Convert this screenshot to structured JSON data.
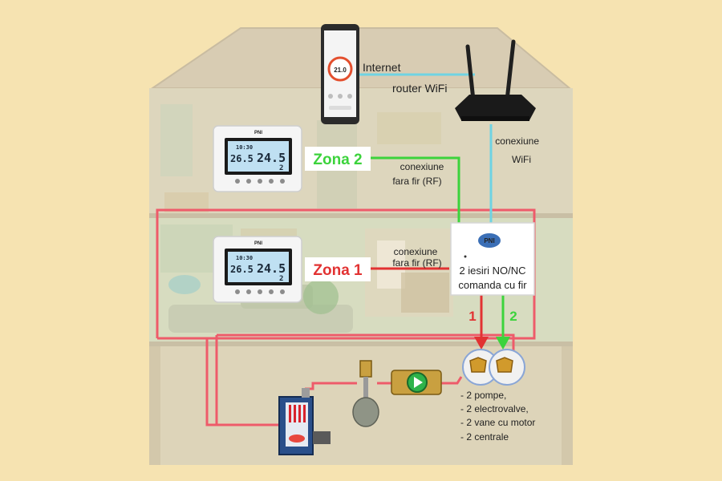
{
  "labels": {
    "internet": "Internet",
    "router": "router WiFi",
    "wifi_line1": "conexiune",
    "wifi_line2": "WiFi",
    "rf_line1": "conexiune",
    "rf_line2": "fara fir (RF)",
    "zona2": "Zona 2",
    "zona1": "Zona 1",
    "outputs_line1": "2 iesiri NO/NC",
    "outputs_line2": "comanda cu fir",
    "channel1": "1",
    "channel2": "2",
    "receiver_brand": "PNI",
    "thermostat_brand": "PNI",
    "phone_temp": "21.0",
    "lcd_time": "10:30",
    "lcd_temp_left": "26.5",
    "lcd_temp_right": "24.5",
    "lcd_day": "2"
  },
  "devices_list": [
    "- 2 pompe,",
    "- 2 electrovalve,",
    "- 2 vane cu motor",
    "- 2 centrale"
  ],
  "colors": {
    "background": "#f6e3b1",
    "wall": "#e8dcc3",
    "roof": "#d8ccb3",
    "internet_line": "#6fd3e3",
    "zone2": "#3cd33c",
    "zone1": "#e23232",
    "pipe": "#ee5b6a"
  }
}
